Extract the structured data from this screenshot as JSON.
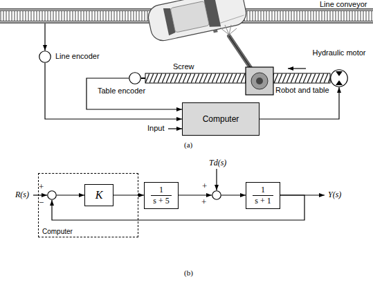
{
  "diagram": {
    "nodes": [
      {
        "text": [
          "Line encoder"
        ]
      },
      {
        "text": [
          "Table encoder"
        ]
      },
      {
        "text": [
          "Hydraulic motor"
        ]
      },
      {
        "text": [
          "Computer"
        ]
      },
      {
        "text": [
          "Computer"
        ]
      },
      {
        "text": [
          "+",
          "−"
        ],
        "in": 4
      },
      {
        "text": [
          "K"
        ],
        "in": 4
      },
      {
        "text": [
          "1",
          "s + 5"
        ]
      },
      {
        "text": [
          "+",
          "+"
        ]
      },
      {
        "text": [
          "1",
          "s + 1"
        ]
      }
    ],
    "edges": [
      {
        "from": 0,
        "to": 3,
        "arrow": "to"
      },
      {
        "from": 1,
        "to": 3,
        "arrow": "to"
      },
      {
        "from": 3,
        "to": 2,
        "arrow": "to"
      },
      {
        "from": 5,
        "to": 6,
        "arrow": "to"
      },
      {
        "from": 6,
        "to": 7,
        "arrow": "to"
      },
      {
        "from": 7,
        "to": 8,
        "arrow": "to"
      },
      {
        "from": 8,
        "to": 9,
        "arrow": "to"
      },
      {
        "from": 9,
        "to": 5,
        "arrow": "to"
      }
    ],
    "labels": [
      "Line conveyor",
      "Screw",
      "Robot and table",
      "Input",
      "(a)",
      "Td(s)",
      "R(s)",
      "Y(s)",
      "(b)"
    ]
  }
}
